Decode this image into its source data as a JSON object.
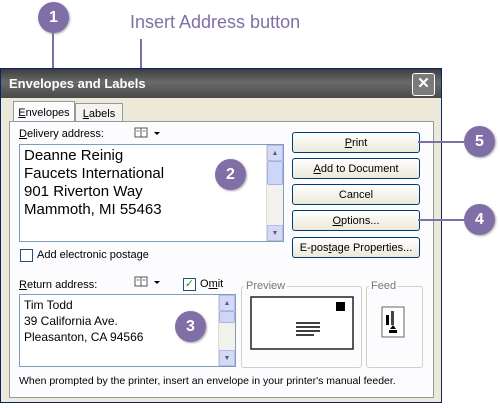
{
  "annotation": {
    "caption": "Insert Address button",
    "callouts": [
      "1",
      "2",
      "3",
      "4",
      "5"
    ]
  },
  "dialog": {
    "title": "Envelopes and Labels",
    "close_glyph": "✕",
    "tabs": [
      {
        "label": "Envelopes",
        "accesskey": "E",
        "rest": "nvelopes",
        "active": true
      },
      {
        "label": "Labels",
        "accesskey": "L",
        "rest": "abels",
        "active": false
      }
    ],
    "delivery": {
      "label_pre": "",
      "label_key": "D",
      "label_rest": "elivery address:",
      "lines": [
        "Deanne Reinig",
        "Faucets International",
        "901 Riverton Way",
        "Mammoth, MI 55463"
      ]
    },
    "postage": {
      "label": "Add electronic postage",
      "checked": false
    },
    "return": {
      "label_key": "R",
      "label_rest": "eturn address:",
      "lines": [
        "Tim Todd",
        "39 California Ave.",
        "Pleasanton, CA 94566"
      ]
    },
    "omit": {
      "label_pre": "O",
      "label_key": "m",
      "label_rest": "it",
      "checked": true
    },
    "buttons": [
      {
        "name": "print-button",
        "pre": "",
        "key": "P",
        "rest": "rint"
      },
      {
        "name": "add-to-document-button",
        "pre": "",
        "key": "A",
        "rest": "dd to Document"
      },
      {
        "name": "cancel-button",
        "pre": "Cancel",
        "key": "",
        "rest": ""
      },
      {
        "name": "options-button",
        "pre": "",
        "key": "O",
        "rest": "ptions..."
      },
      {
        "name": "e-postage-properties-button",
        "pre": "E-pos",
        "key": "t",
        "rest": "age Properties..."
      }
    ],
    "preview_label": "Preview",
    "feed_label": "Feed",
    "status_text": "When prompted by the printer, insert an envelope in your printer's manual feeder."
  },
  "icons": {
    "insert_address": "address-book-icon",
    "dropdown": "dropdown-arrow-icon"
  },
  "colors": {
    "callout": "#7f6fa6",
    "titlebar": "#4a4a4a",
    "dialog_bg": "#ece9d8"
  }
}
